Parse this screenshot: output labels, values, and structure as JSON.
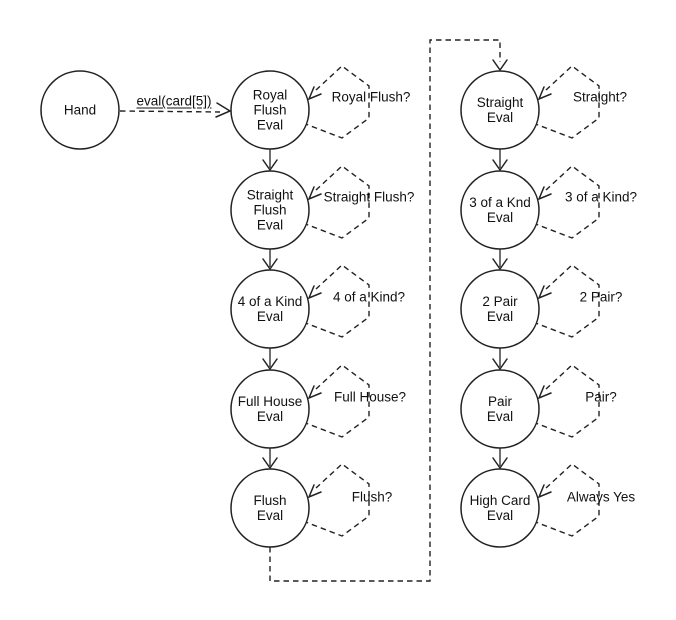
{
  "diagram": {
    "background": "#ffffff",
    "line_color": "#222222",
    "text_color": "#111111",
    "start_edge": {
      "label": "eval(card[5])"
    },
    "nodes": [
      {
        "id": "hand",
        "label": "Hand"
      },
      {
        "id": "royal-flush-eval",
        "label": "Royal\nFlush\nEval"
      },
      {
        "id": "straight-flush-eval",
        "label": "Straight\nFlush\nEval"
      },
      {
        "id": "four-of-a-kind-eval",
        "label": "4 of a Kind\nEval"
      },
      {
        "id": "full-house-eval",
        "label": "Full House\nEval"
      },
      {
        "id": "flush-eval",
        "label": "Flush\nEval"
      },
      {
        "id": "straight-eval",
        "label": "Straight\nEval"
      },
      {
        "id": "three-of-a-kind-eval",
        "label": "3 of a Knd\nEval"
      },
      {
        "id": "two-pair-eval",
        "label": "2 Pair\nEval"
      },
      {
        "id": "pair-eval",
        "label": "Pair\nEval"
      },
      {
        "id": "high-card-eval",
        "label": "High Card\nEval"
      }
    ],
    "decisions": [
      {
        "label": "Royal Flush?"
      },
      {
        "label": "Straight Flush?"
      },
      {
        "label": "4 of a Kind?"
      },
      {
        "label": "Full House?"
      },
      {
        "label": "Flush?"
      },
      {
        "label": "Straight?"
      },
      {
        "label": "3 of a Kind?"
      },
      {
        "label": "2 Pair?"
      },
      {
        "label": "Pair?"
      },
      {
        "label": "Always Yes"
      }
    ]
  }
}
